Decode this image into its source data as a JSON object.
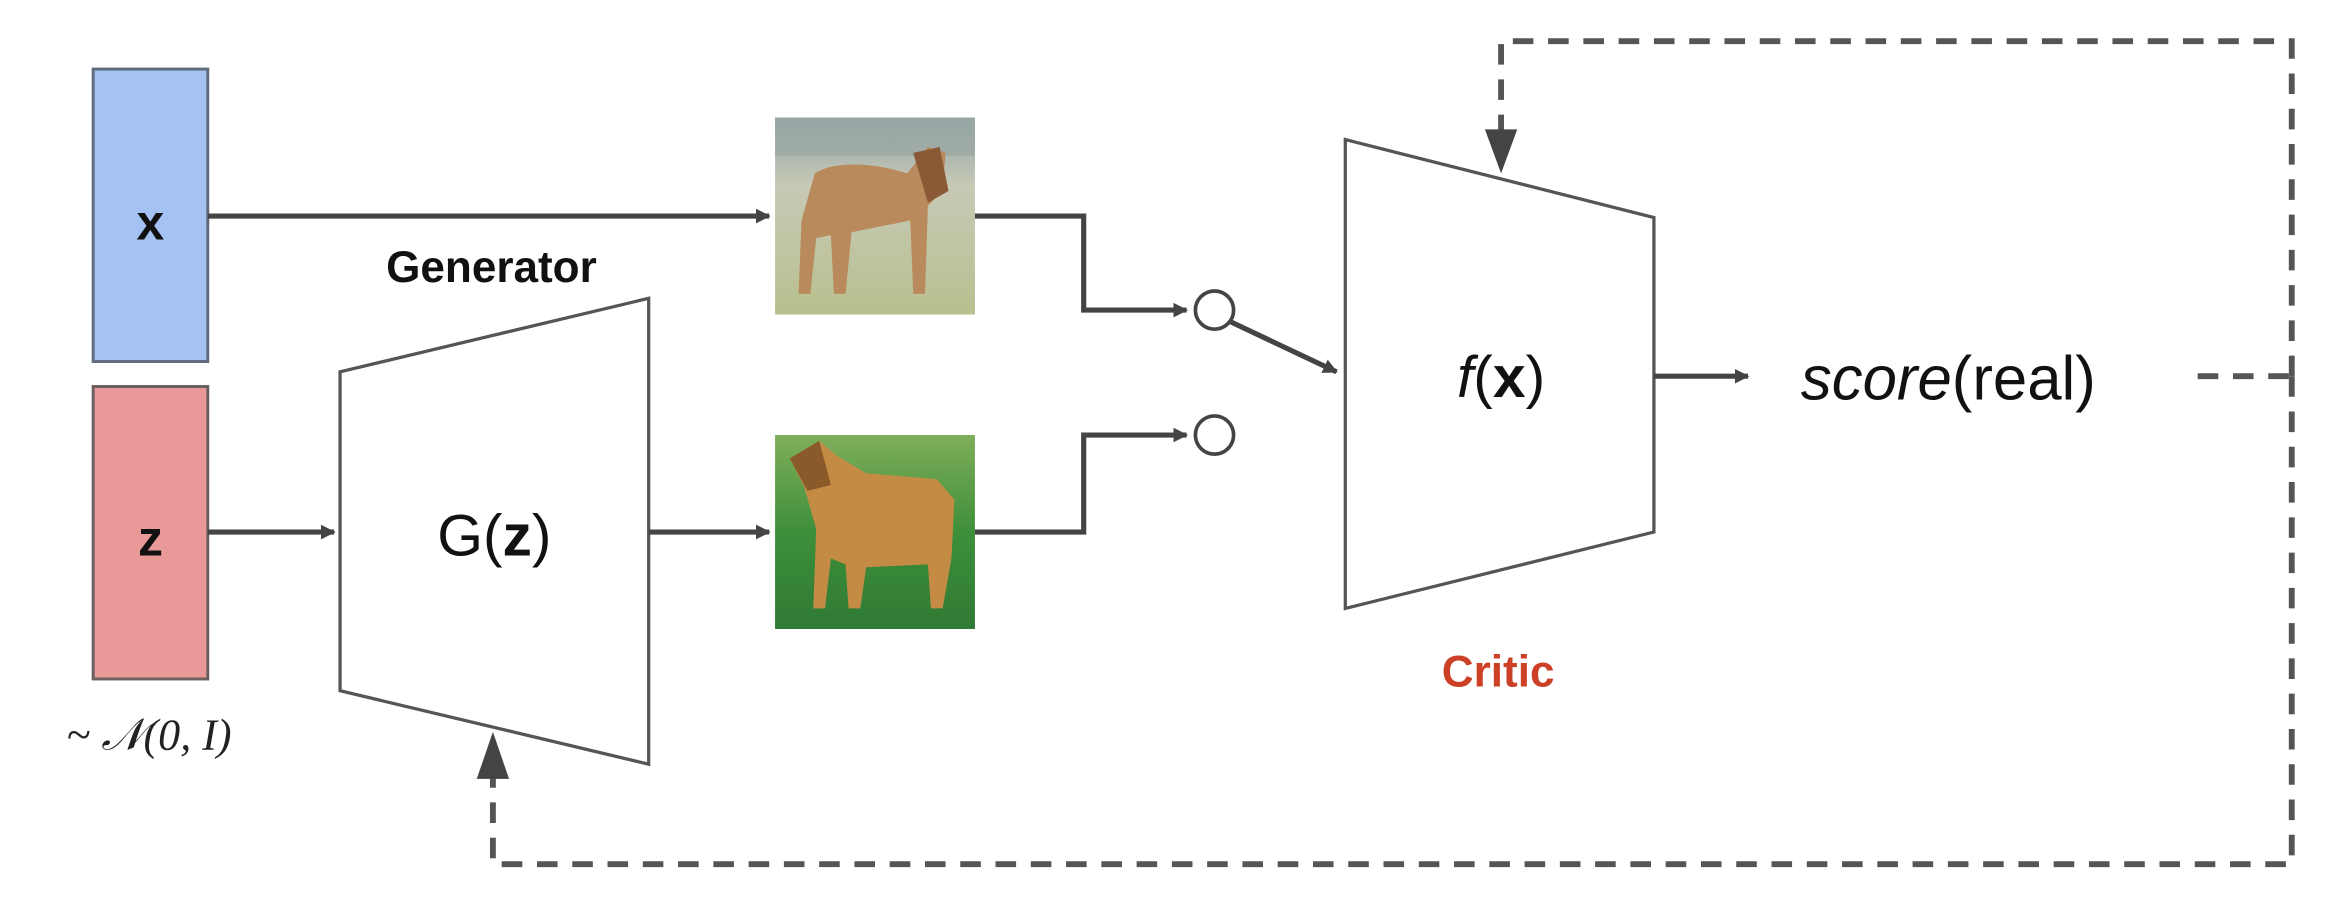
{
  "inputs": {
    "x_label": "x",
    "z_label": "z",
    "z_distribution": "~ 𝒩(0, I)",
    "x_color": "#a4c2f4",
    "z_color": "#ea9999"
  },
  "generator": {
    "title": "Generator",
    "func_name": "G",
    "func_arg": "z"
  },
  "images": {
    "real": "real horse image",
    "fake": "generated horse image"
  },
  "critic": {
    "title": "Critic",
    "title_color": "#cc4125",
    "func_name": "f",
    "func_arg": "x"
  },
  "output": {
    "score_word": "score",
    "score_arg": "(real)"
  }
}
